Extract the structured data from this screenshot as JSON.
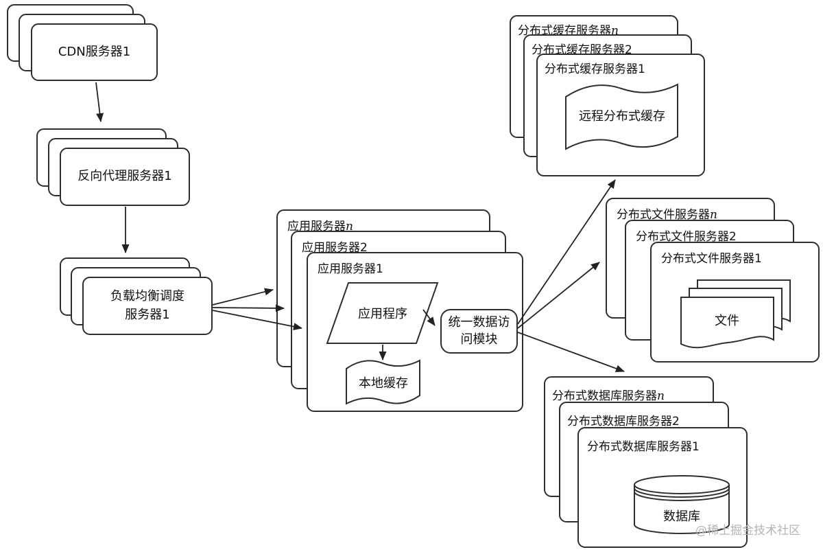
{
  "colors": {
    "background": "#ffffff",
    "stroke": "#2e2e2e",
    "text": "#111111",
    "watermark": "#b4b4b4"
  },
  "nodes": {
    "cdn": {
      "label": "CDN服务器1"
    },
    "reverse_proxy": {
      "label": "反向代理服务器1"
    },
    "load_balancer": {
      "line1": "负载均衡调度",
      "line2": "服务器1"
    },
    "app_stack": {
      "back_prefix": "应用服务器",
      "back_suffix": "n",
      "mid_label": "应用服务器2",
      "front_label": "应用服务器1"
    },
    "application": {
      "label": "应用程序"
    },
    "local_cache": {
      "label": "本地缓存"
    },
    "data_access": {
      "line1": "统一数据访",
      "line2": "问模块"
    },
    "cache_stack": {
      "back_prefix": "分布式缓存服务器",
      "back_suffix": "n",
      "mid_label": "分布式缓存服务器2",
      "front_label": "分布式缓存服务器1"
    },
    "remote_cache": {
      "label": "远程分布式缓存"
    },
    "file_stack": {
      "back_prefix": "分布式文件服务器",
      "back_suffix": "n",
      "mid_label": "分布式文件服务器2",
      "front_label": "分布式文件服务器1"
    },
    "file": {
      "label": "文件"
    },
    "db_stack": {
      "back_prefix": "分布式数据库服务器",
      "back_suffix": "n",
      "mid_label": "分布式数据库服务器2",
      "front_label": "分布式数据库服务器1"
    },
    "database": {
      "label": "数据库"
    }
  },
  "watermark": {
    "label": "@稀土掘金技术社区"
  }
}
